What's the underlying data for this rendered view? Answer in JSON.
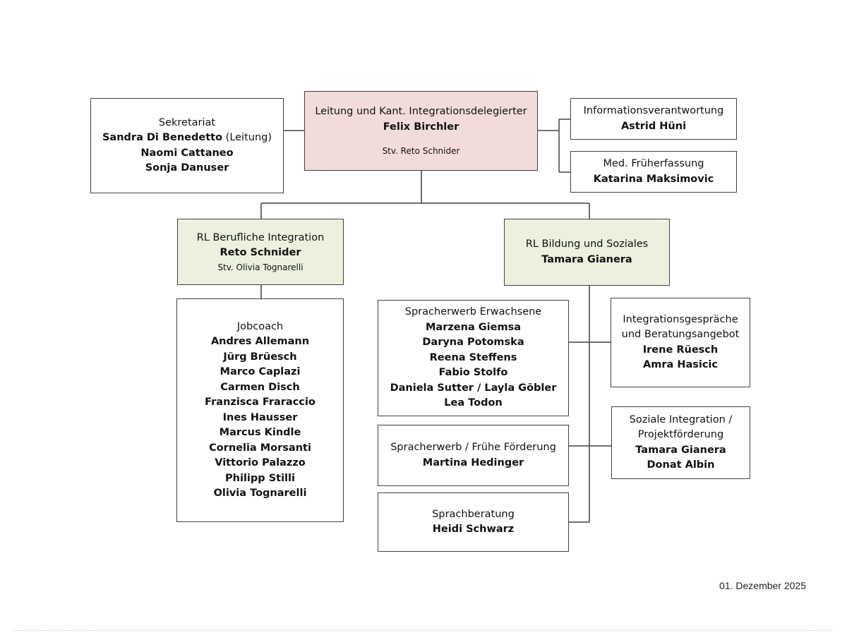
{
  "org": {
    "leitung": {
      "title": "Leitung und Kant. Integrationsdelegierter",
      "name": "Felix Birchler",
      "deputy": "Stv. Reto Schnider"
    },
    "sekretariat": {
      "title": "Sekretariat",
      "lead_name": "Sandra Di Benedetto",
      "lead_suffix": " (Leitung)",
      "members": [
        "Naomi Cattaneo",
        "Sonja Danuser"
      ]
    },
    "information": {
      "title": "Informationsverantwortung",
      "name": "Astrid Hüni"
    },
    "frueherfassung": {
      "title": "Med. Früherfassung",
      "name": "Katarina Maksimovic"
    },
    "rl_beruflich": {
      "title": "RL Berufliche Integration",
      "name": "Reto Schnider",
      "deputy": "Stv. Olivia Tognarelli"
    },
    "rl_bildung": {
      "title": "RL Bildung und Soziales",
      "name": "Tamara Gianera"
    },
    "jobcoach": {
      "title": "Jobcoach",
      "members": [
        "Andres Allemann",
        "Jürg Brüesch",
        "Marco Caplazi",
        "Carmen Disch",
        "Franzisca Fraraccio",
        "Ines Hausser",
        "Marcus Kindle",
        "Cornelia Morsanti",
        "Vittorio Palazzo",
        "Philipp Stilli",
        "Olivia Tognarelli"
      ]
    },
    "sprach_erwachsene": {
      "title": "Spracherwerb Erwachsene",
      "members": [
        "Marzena Giemsa",
        "Daryna Potomska",
        "Reena Steffens",
        "Fabio Stolfo",
        "Daniela Sutter / Layla Göbler",
        "Lea Todon"
      ]
    },
    "sprach_frueh": {
      "title": "Spracherwerb / Frühe Förderung",
      "members": [
        "Martina Hedinger"
      ]
    },
    "sprachberatung": {
      "title": "Sprachberatung",
      "members": [
        "Heidi Schwarz"
      ]
    },
    "integrationsgespraeche": {
      "title_lines": [
        "Integrationsgespräche",
        "und Beratungsangebot"
      ],
      "members": [
        "Irene Rüesch",
        "Amra Hasicic"
      ]
    },
    "soziale": {
      "title_lines": [
        "Soziale Integration /",
        "Projektförderung"
      ],
      "members": [
        "Tamara Gianera",
        "Donat Albin"
      ]
    }
  },
  "footer": {
    "date": "01. Dezember 2025"
  },
  "colors": {
    "lead_fill": "#f2dcdb",
    "rl_fill": "#ebf1de",
    "border": "#404040",
    "line": "#404040"
  }
}
